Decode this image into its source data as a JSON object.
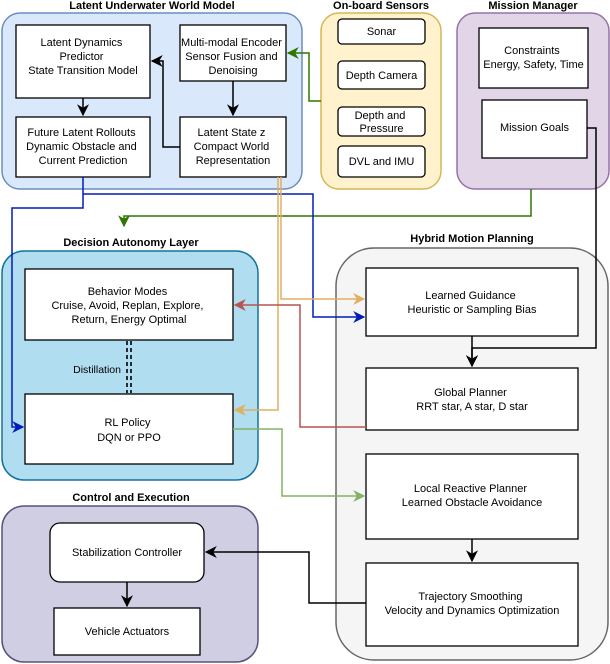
{
  "groups": {
    "world_model": {
      "title": "Latent Underwater World Model"
    },
    "sensors": {
      "title": "On-board Sensors"
    },
    "mission": {
      "title": "Mission Manager"
    },
    "decision": {
      "title": "Decision Autonomy Layer"
    },
    "hybrid": {
      "title": "Hybrid Motion Planning"
    },
    "control": {
      "title": "Control and Execution"
    }
  },
  "nodes": {
    "latent_dynamics": [
      "Latent Dynamics",
      "Predictor",
      "State Transition Model"
    ],
    "encoder": [
      "Multi-modal Encoder",
      "Sensor Fusion and",
      "Denoising"
    ],
    "rollouts": [
      "Future Latent Rollouts",
      "Dynamic Obstacle and",
      "Current Prediction"
    ],
    "latent_state": [
      "Latent State z",
      "Compact World",
      "Representation"
    ],
    "sonar": [
      "Sonar"
    ],
    "depth_camera": [
      "Depth Camera"
    ],
    "depth_pressure": [
      "Depth and",
      "Pressure"
    ],
    "dvl_imu": [
      "DVL and IMU"
    ],
    "constraints": [
      "Constraints",
      "Energy, Safety, Time"
    ],
    "mission_goals": [
      "Mission Goals"
    ],
    "behavior_modes": [
      "Behavior Modes",
      "Cruise, Avoid, Replan, Explore,",
      "Return, Energy Optimal"
    ],
    "rl_policy": [
      "RL Policy",
      "DQN or PPO"
    ],
    "learned_guidance": [
      "Learned Guidance",
      "Heuristic or Sampling Bias"
    ],
    "global_planner": [
      "Global Planner",
      "RRT star, A star, D star"
    ],
    "local_planner": [
      "Local Reactive Planner",
      "Learned Obstacle Avoidance"
    ],
    "trajectory": [
      "Trajectory Smoothing",
      "Velocity and Dynamics Optimization"
    ],
    "stabilization": [
      "Stabilization Controller"
    ],
    "actuators": [
      "Vehicle Actuators"
    ]
  },
  "edge_labels": {
    "distillation": "Distillation"
  },
  "colors": {
    "world_model_fill": "#dae8fc",
    "world_model_stroke": "#6c8ebf",
    "sensors_fill": "#fff2cc",
    "sensors_stroke": "#d6b656",
    "mission_fill": "#e1d5e7",
    "mission_stroke": "#9673a6",
    "decision_fill": "#b1ddf0",
    "decision_stroke": "#10739e",
    "hybrid_fill": "#f5f5f5",
    "hybrid_stroke": "#666666",
    "control_fill": "#d0cee2",
    "control_stroke": "#56517e",
    "edge_black": "#000000",
    "edge_green": "#2d7600",
    "edge_blue": "#001dbc",
    "edge_yellow": "#e0b060",
    "edge_red": "#b85450",
    "edge_light_green": "#82b366"
  }
}
